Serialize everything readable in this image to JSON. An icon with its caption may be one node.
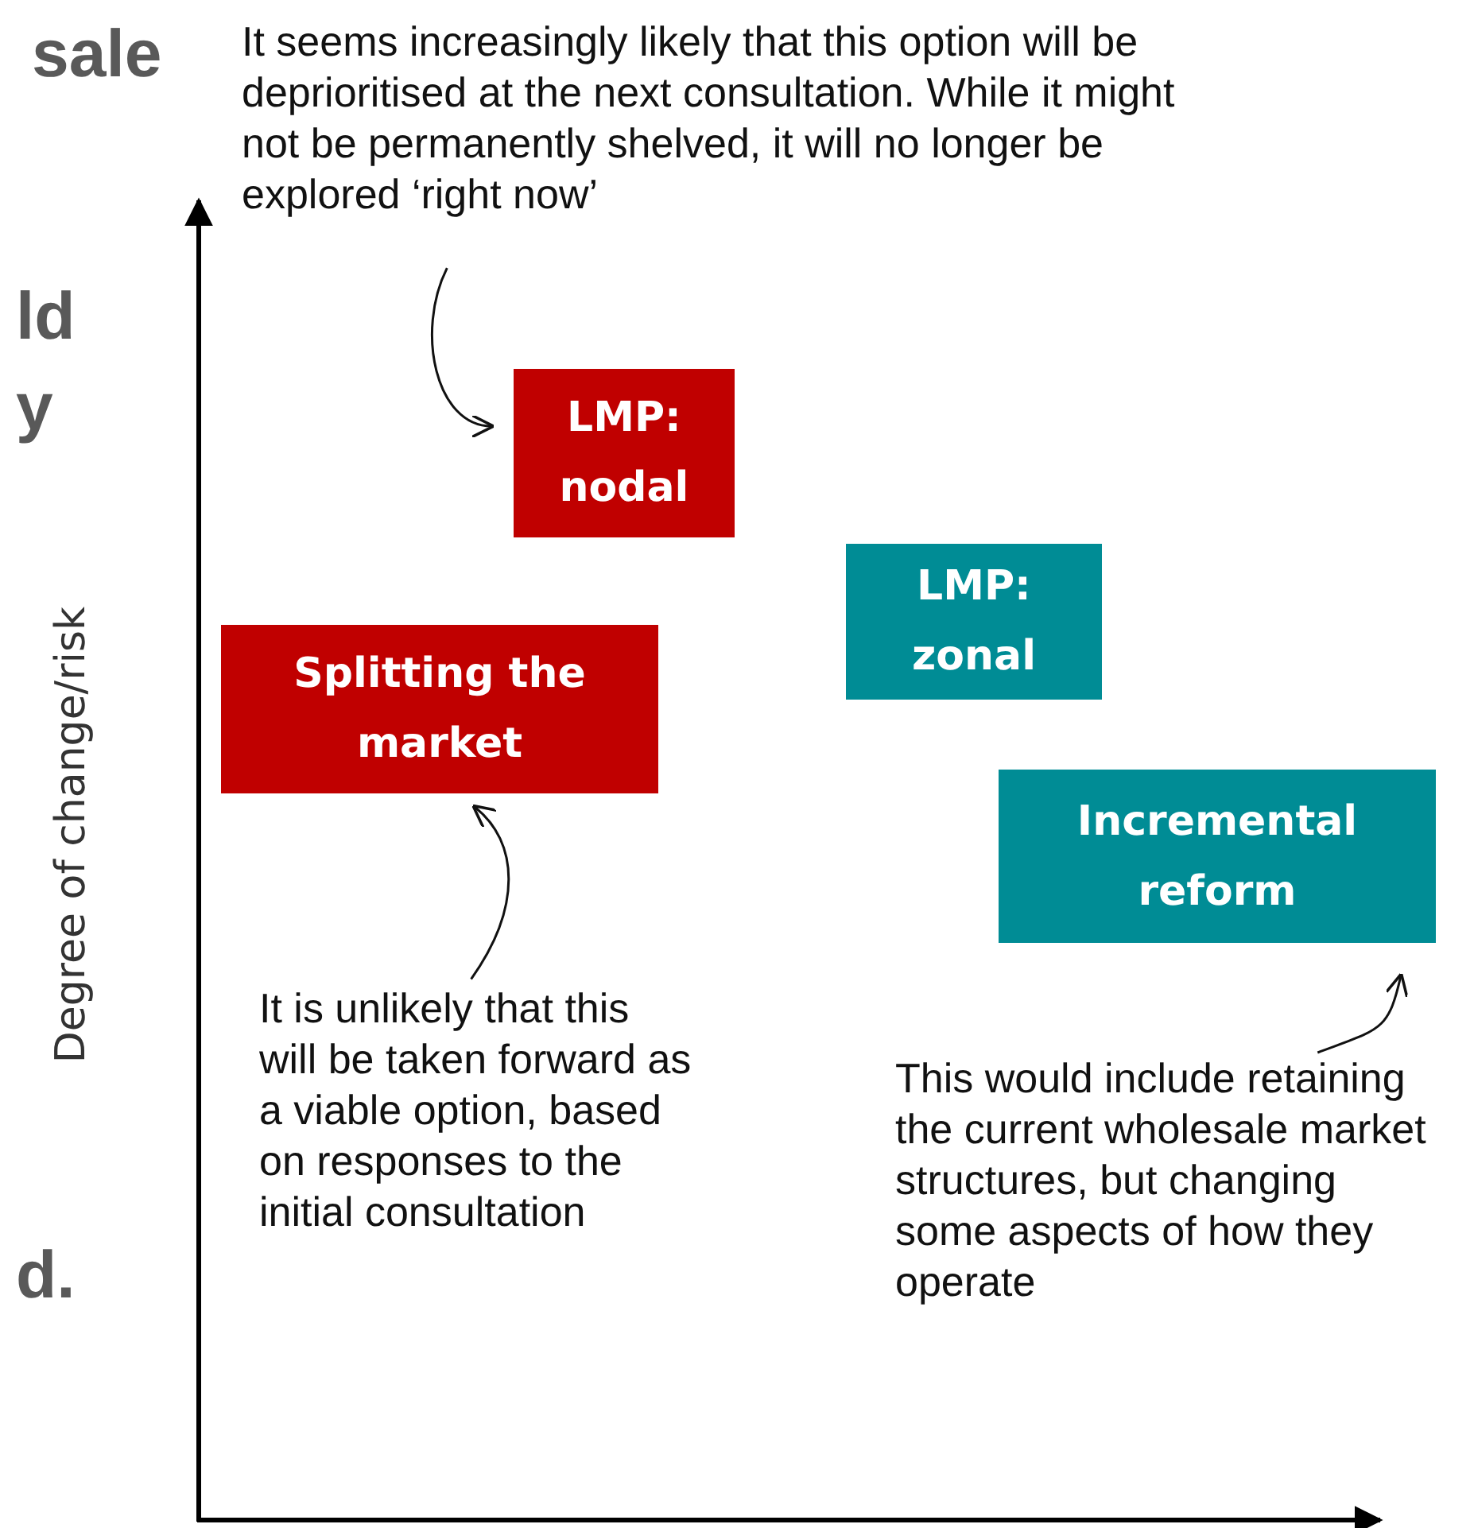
{
  "diagram": {
    "nodes": [
      {
        "text": [
          "It seems increasingly likely that this option will be deprioritised at the next consultation. While it might not be permanently shelved, it will no longer be explored  ‘right now’"
        ]
      },
      {
        "text": [
          "LMP: nodal"
        ]
      },
      {
        "text": [
          "LMP: zonal"
        ]
      },
      {
        "text": [
          "Splitting the market"
        ]
      },
      {
        "text": [
          "Incremental reform"
        ]
      },
      {
        "text": [
          "It is unlikely that this will be taken forward as a viable option, based on responses to the initial consultation"
        ]
      },
      {
        "text": [
          "This would include retaining the current wholesale market structures, but changing some aspects of how they operate"
        ]
      }
    ],
    "edges": [
      {
        "from": 0,
        "to": 1,
        "arrow": "to"
      },
      {
        "from": 5,
        "to": 3,
        "arrow": "to"
      },
      {
        "from": 6,
        "to": 4,
        "arrow": "to"
      }
    ],
    "labels": [
      "sale",
      "ld",
      "y",
      "Degree of change/risk",
      "d."
    ]
  }
}
